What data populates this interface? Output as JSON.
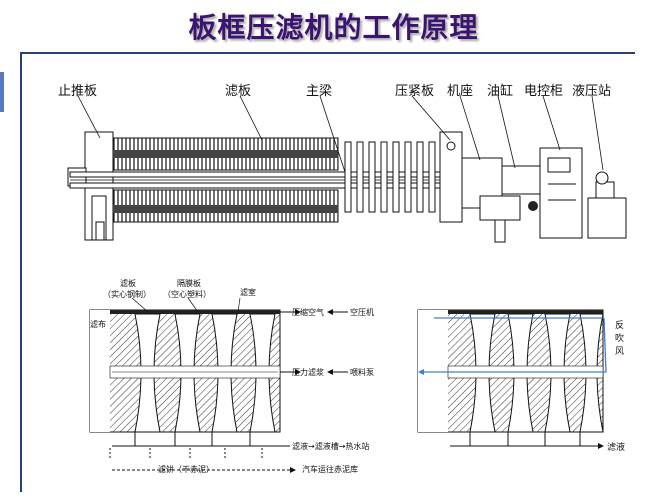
{
  "title": "板框压滤机的工作原理",
  "machine_labels": {
    "end_plate": "止推板",
    "filter_plate": "滤板",
    "main_beam": "主梁",
    "press_plate": "压紧板",
    "frame": "机座",
    "cylinder": "油缸",
    "control_cabinet": "电控柜",
    "hydraulic_station": "液压站"
  },
  "left_detail": {
    "filter_plate": "滤板",
    "filter_plate_note": "（实心钢制）",
    "diaphragm_plate": "隔膜板",
    "diaphragm_plate_note": "（空心塑料）",
    "filter_chamber": "滤室",
    "filter_cloth": "滤布",
    "compressed_air": "压缩空气",
    "air_compressor": "空压机",
    "pressure_slurry": "压力滤浆",
    "feed_pump": "喂料泵",
    "filtrate_flow": "滤液→滤液槽→热水站",
    "filter_cake": "滤饼（干赤泥）",
    "cake_transport": "汽车运往赤泥库"
  },
  "right_detail": {
    "back_blow": "反吹风",
    "filtrate": "滤液"
  },
  "colors": {
    "title": "#3b1470",
    "rule": "#2a3f7a",
    "accent": "#5a7abf",
    "line": "#111111",
    "blue_line": "#3f7fd1"
  }
}
